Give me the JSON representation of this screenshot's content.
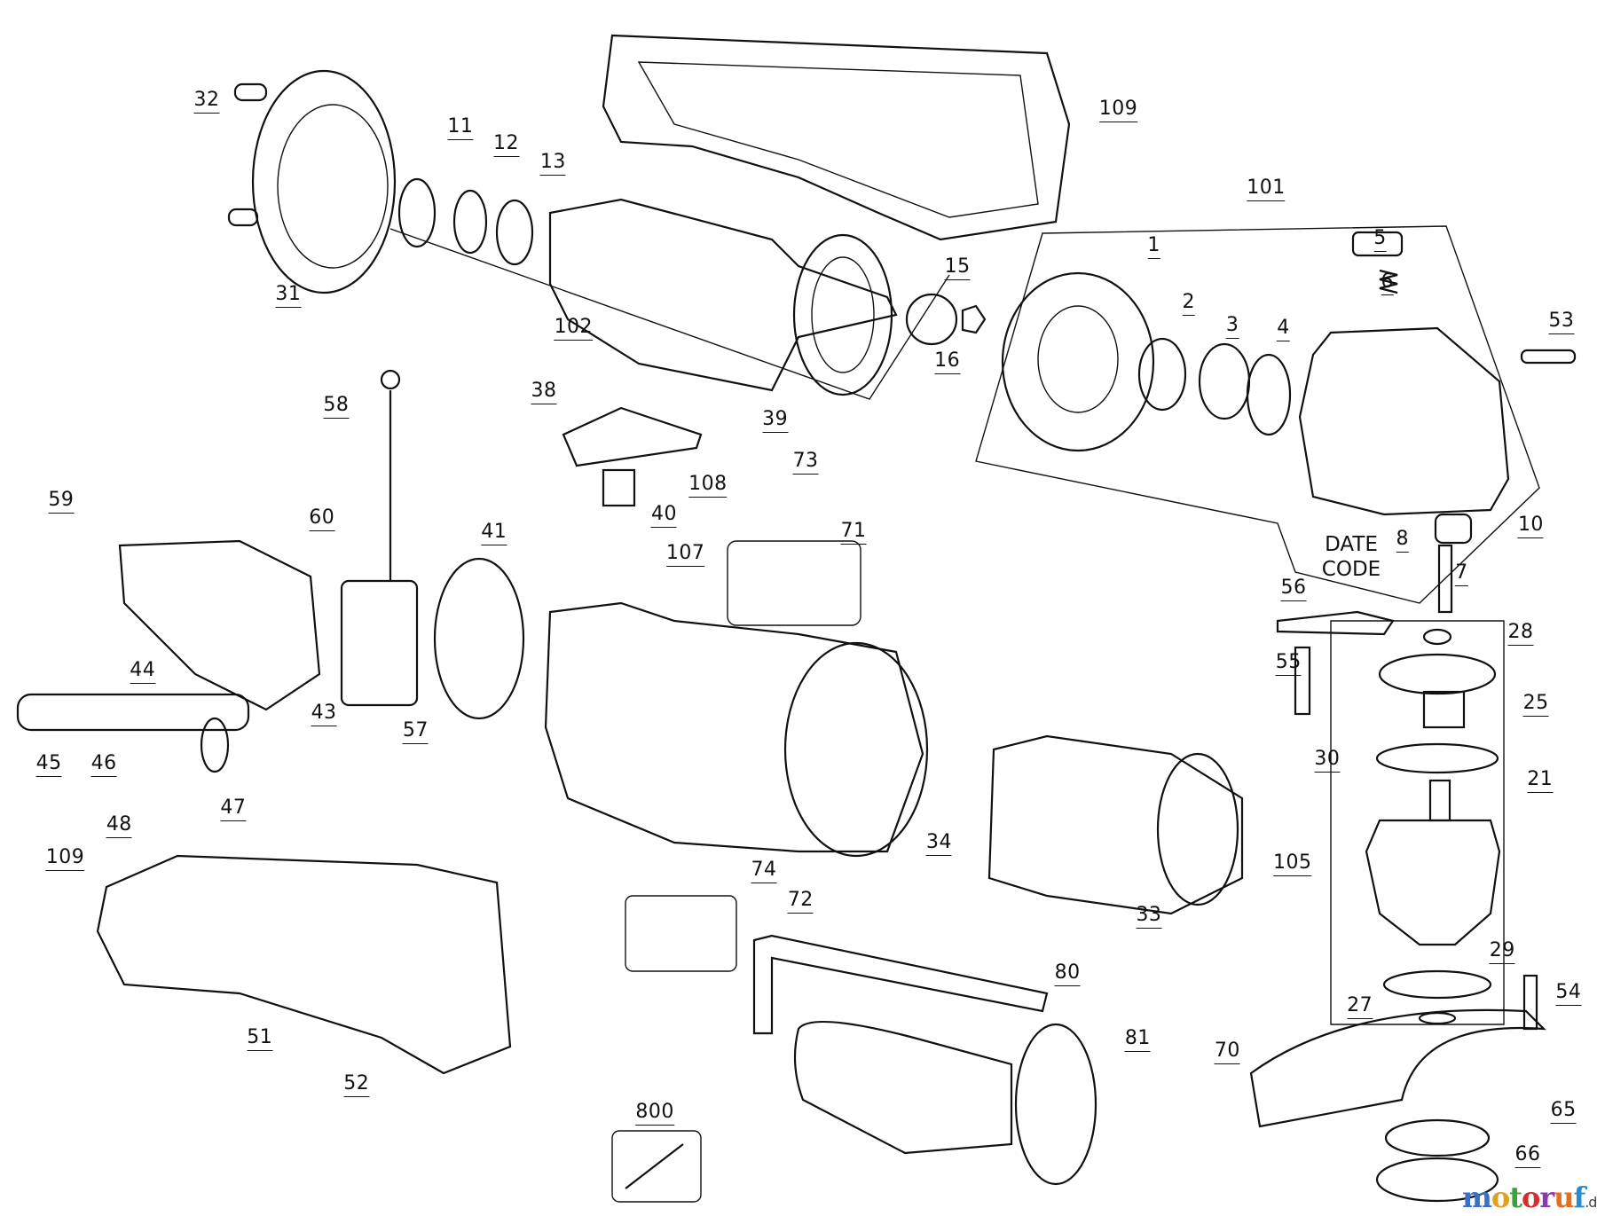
{
  "diagram": {
    "part_labels": [
      "32",
      "11",
      "12",
      "13",
      "109",
      "101",
      "31",
      "102",
      "15",
      "16",
      "1",
      "2",
      "3",
      "4",
      "5",
      "6",
      "53",
      "38",
      "39",
      "58",
      "73",
      "108",
      "59",
      "60",
      "40",
      "71",
      "41",
      "107",
      "10",
      "8",
      "7",
      "56",
      "28",
      "55",
      "25",
      "44",
      "43",
      "57",
      "45",
      "46",
      "47",
      "48",
      "21",
      "30",
      "34",
      "105",
      "74",
      "109",
      "33",
      "72",
      "80",
      "29",
      "27",
      "54",
      "81",
      "70",
      "51",
      "52",
      "800",
      "65",
      "66"
    ],
    "date_code": [
      "DATE",
      "CODE"
    ],
    "watermark": "motoruf.de",
    "watermark_colors": [
      "#3a6fc4",
      "#e0a020",
      "#3aa03a",
      "#d03030",
      "#8a3ab0",
      "#e07020",
      "#2a8ad0"
    ]
  }
}
